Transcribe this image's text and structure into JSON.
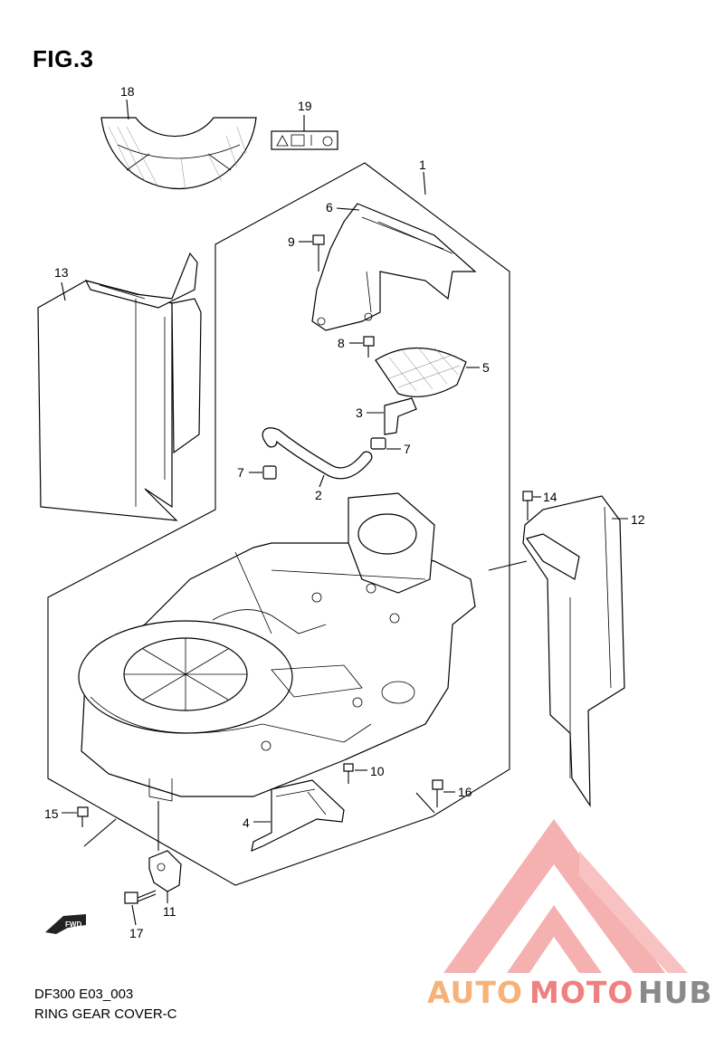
{
  "figure": {
    "title": "FIG.3",
    "model_code": "DF300 E03_003",
    "group_name": "RING GEAR COVER-C"
  },
  "labels": {
    "p1": "1",
    "p2": "2",
    "p3": "3",
    "p4": "4",
    "p5": "5",
    "p6": "6",
    "p7a": "7",
    "p7b": "7",
    "p8": "8",
    "p9": "9",
    "p10": "10",
    "p11": "11",
    "p12": "12",
    "p13": "13",
    "p14": "14",
    "p15": "15",
    "p16": "16",
    "p17": "17",
    "p18": "18",
    "p19": "19"
  },
  "fwd_marker": "FWD",
  "watermark": {
    "part1": "AUTO",
    "part2": "MOTO",
    "part3": "HUB",
    "colors": {
      "auto": "#f7b27a",
      "moto": "#f08080",
      "hub": "#8a8a8a",
      "logo": "#f28a8a"
    }
  }
}
